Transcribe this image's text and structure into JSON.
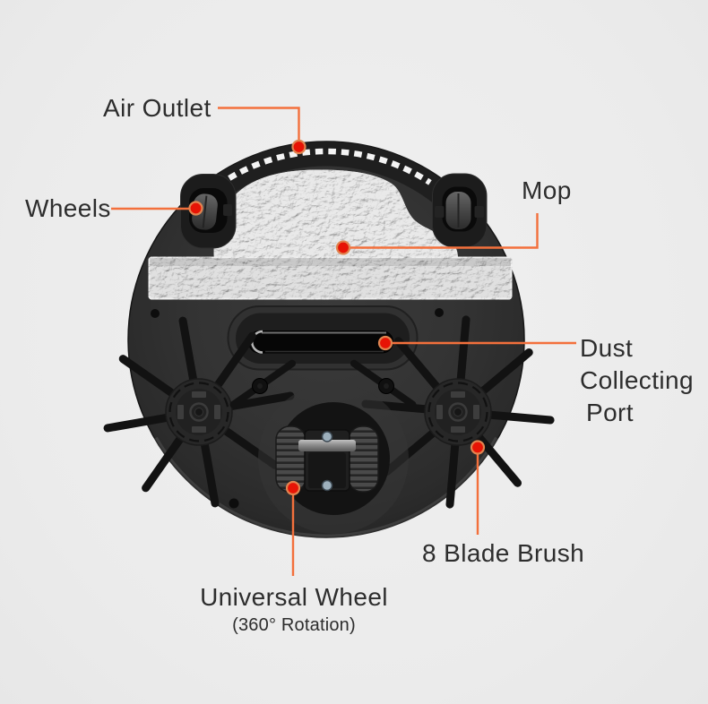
{
  "figure": {
    "callouts": {
      "air_outlet": {
        "label": "Air Outlet"
      },
      "wheels": {
        "label": "Wheels"
      },
      "mop": {
        "label": "Mop"
      },
      "dust_collecting_port": {
        "lines": [
          "Dust",
          "Collecting",
          "Port"
        ]
      },
      "blade_brush": {
        "label": "8 Blade Brush"
      },
      "universal_wheel": {
        "label": "Universal Wheel",
        "sublabel": "(360° Rotation)"
      }
    }
  },
  "colors": {
    "background": "#ededed",
    "label_text": "#2d2d2d",
    "callout_line": "#f3703c",
    "callout_dot": "#e71405",
    "callout_dot_ring": "#e08450",
    "robot_body": "#303030",
    "mop_fabric": "#d6d6d6",
    "air_outlet_dashes": "#f4f4f4"
  }
}
